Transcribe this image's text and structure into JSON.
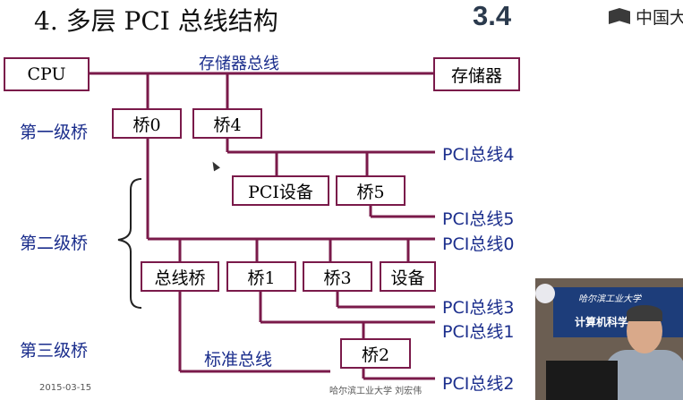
{
  "slide": {
    "title": "4. 多层 PCI 总线结构",
    "section_number": "3.4",
    "logo_text": "中国大",
    "footer_date": "2015-03-15",
    "footer_author": "哈尔滨工业大学  刘宏伟"
  },
  "diagram": {
    "memory_bus_label": "存储器总线",
    "nodes": {
      "cpu": "CPU",
      "memory": "存储器",
      "bridge0": "桥0",
      "bridge4": "桥4",
      "pci_device": "PCI设备",
      "bridge5": "桥5",
      "bus_bridge": "总线桥",
      "bridge1": "桥1",
      "bridge3": "桥3",
      "device": "设备",
      "bridge2": "桥2"
    },
    "bus_labels": {
      "pci4": "PCI总线4",
      "pci5": "PCI总线5",
      "pci0": "PCI总线0",
      "pci3": "PCI总线3",
      "pci1": "PCI总线1",
      "pci2": "PCI总线2",
      "standard": "标准总线"
    },
    "levels": {
      "first": "第一级桥",
      "second": "第二级桥",
      "third": "第三级桥"
    }
  },
  "video": {
    "banner_top": "哈尔滨工业大学",
    "banner_bottom": "计算机科学与技术"
  },
  "colors": {
    "line": "#7a1a4a",
    "label_blue": "#1a2d8c",
    "heading_dark": "#2b3a4d"
  }
}
